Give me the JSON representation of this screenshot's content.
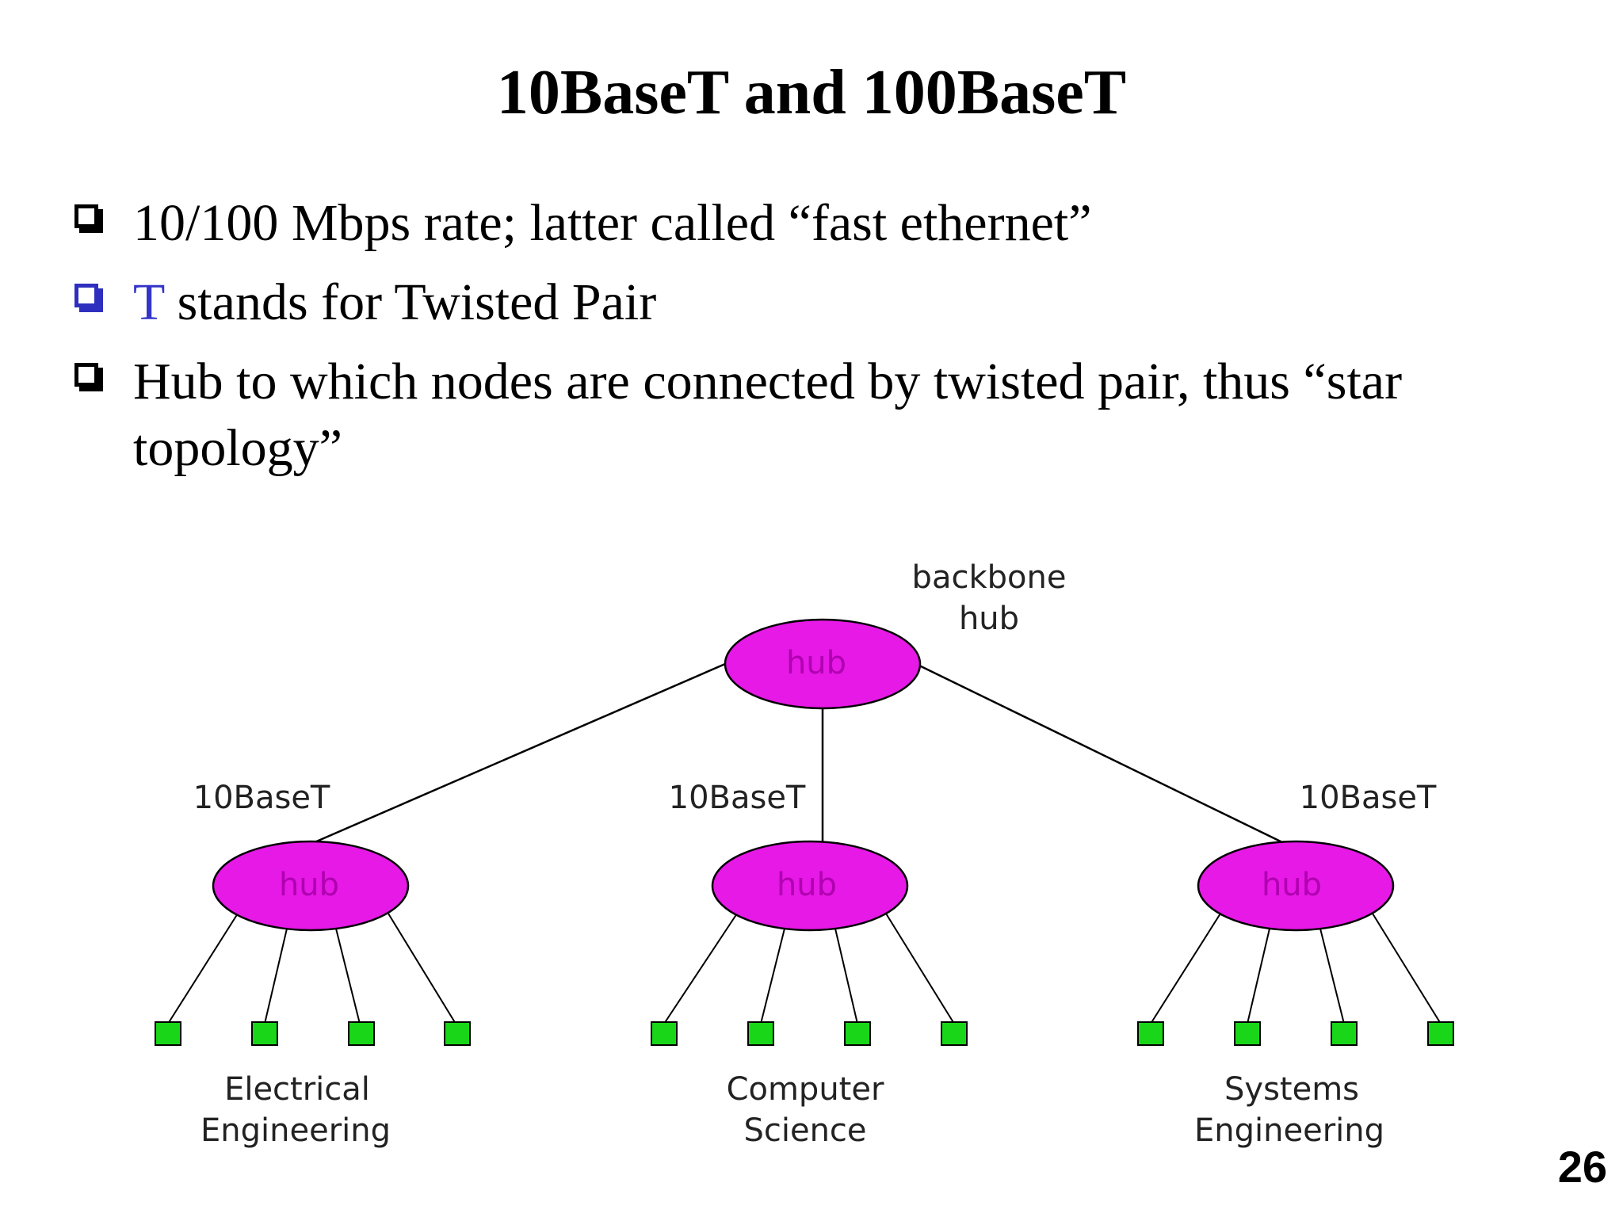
{
  "title": "10BaseT and 100BaseT",
  "bullets": [
    {
      "text": "10/100 Mbps rate; latter called “fast ethernet”"
    },
    {
      "accent": "T",
      "text": " stands for Twisted Pair"
    },
    {
      "line1": "Hub to which nodes are connected by twisted pair, thus “star",
      "line2": "topology”"
    }
  ],
  "diagram": {
    "backbone_label_line1": "backbone",
    "backbone_label_line2": "hub",
    "hub_label": "hub",
    "link_label": "10BaseT",
    "departments": [
      {
        "line1": "Electrical",
        "line2": "Engineering"
      },
      {
        "line1": "Computer",
        "line2": "Science"
      },
      {
        "line1": "Systems",
        "line2": "Engineering"
      }
    ],
    "colors": {
      "hub_fill": "#e619e6",
      "hub_text": "#b000b0",
      "node_fill": "#19d619"
    }
  },
  "page_number": "26"
}
